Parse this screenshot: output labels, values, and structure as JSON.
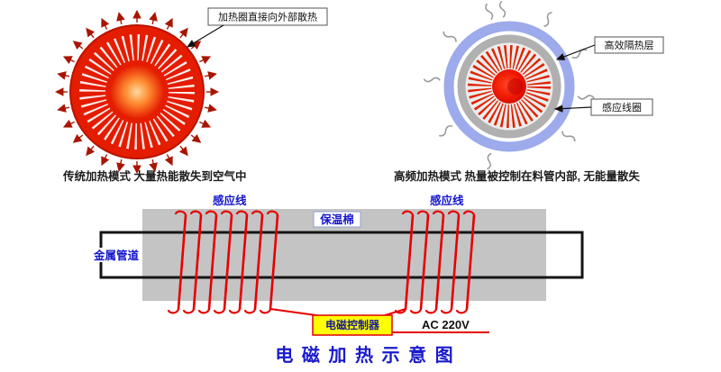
{
  "title": "电 磁 加 热 示 意 图",
  "traditional": {
    "callout": "加热圈直接向外部散热",
    "caption": "传统加热模式 大量热能散失到空气中"
  },
  "induction": {
    "insulation_callout": "高效隔热层",
    "coil_callout": "感应线圈",
    "caption": "高频加热模式 热量被控制在料管内部, 无能量散失"
  },
  "pipe_diagram": {
    "induction_wire_left": "感应线",
    "induction_wire_right": "感应线",
    "insulation": "保温棉",
    "metal_pipe": "金属管道",
    "controller": "电磁控制器",
    "power": "AC 220V"
  },
  "colors": {
    "heater_red": "#e41c00",
    "coil_red": "#e60000",
    "insulation_gray": "#c4c4c4",
    "outer_ring_blue": "#9daaec",
    "inner_ring_gray": "#b0b0b0",
    "label_blue": "#1515cc",
    "controller_yellow": "#ffff00",
    "title_blue": "#1a1acd"
  }
}
